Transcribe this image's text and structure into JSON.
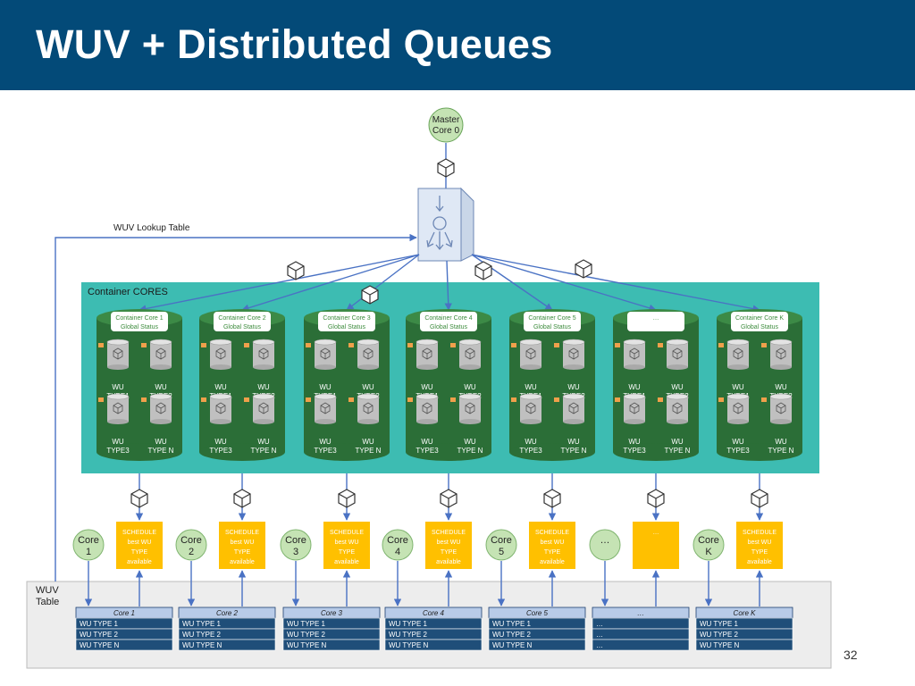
{
  "slide": {
    "title": "WUV + Distributed Queues",
    "page_number": "32"
  },
  "master": {
    "line1": "Master",
    "line2": "Core 0"
  },
  "lookup_label": "WUV Lookup Table",
  "container_label": "Container CORES",
  "wuv_table_label": {
    "line1": "WUV",
    "line2": "Table"
  },
  "cores": [
    {
      "status": [
        "Container Core 1",
        "Global Status"
      ],
      "core": [
        "Core",
        "1"
      ],
      "schedule": [
        "SCHEDULE",
        "best WU",
        "TYPE",
        "available"
      ],
      "table_header": "Core 1",
      "wu_labels": [
        [
          "WU",
          "TYPE1"
        ],
        [
          "WU",
          "TYPE2"
        ],
        [
          "WU",
          "TYPE3"
        ],
        [
          "WU",
          "TYPE N"
        ]
      ],
      "table_rows": [
        "WU TYPE 1",
        "WU TYPE 2",
        "WU TYPE N"
      ]
    },
    {
      "status": [
        "Container Core 2",
        "Global Status"
      ],
      "core": [
        "Core",
        "2"
      ],
      "schedule": [
        "SCHEDULE",
        "best WU",
        "TYPE",
        "available"
      ],
      "table_header": "Core 2",
      "wu_labels": [
        [
          "WU",
          "TYPE1"
        ],
        [
          "WU",
          "TYPE2"
        ],
        [
          "WU",
          "TYPE3"
        ],
        [
          "WU",
          "TYPE N"
        ]
      ],
      "table_rows": [
        "WU TYPE 1",
        "WU TYPE 2",
        "WU TYPE N"
      ]
    },
    {
      "status": [
        "Container Core 3",
        "Global Status"
      ],
      "core": [
        "Core",
        "3"
      ],
      "schedule": [
        "SCHEDULE",
        "best WU",
        "TYPE",
        "available"
      ],
      "table_header": "Core 3",
      "wu_labels": [
        [
          "WU",
          "TYPE1"
        ],
        [
          "WU",
          "TYPE2"
        ],
        [
          "WU",
          "TYPE3"
        ],
        [
          "WU",
          "TYPE N"
        ]
      ],
      "table_rows": [
        "WU TYPE 1",
        "WU TYPE 2",
        "WU TYPE N"
      ]
    },
    {
      "status": [
        "Container Core 4",
        "Global Status"
      ],
      "core": [
        "Core",
        "4"
      ],
      "schedule": [
        "SCHEDULE",
        "best WU",
        "TYPE",
        "available"
      ],
      "table_header": "Core 4",
      "wu_labels": [
        [
          "WU",
          "TYPE1"
        ],
        [
          "WU",
          "TYPE2"
        ],
        [
          "WU",
          "TYPE3"
        ],
        [
          "WU",
          "TYPE N"
        ]
      ],
      "table_rows": [
        "WU TYPE 1",
        "WU TYPE 2",
        "WU TYPE N"
      ]
    },
    {
      "status": [
        "Container Core 5",
        "Global Status"
      ],
      "core": [
        "Core",
        "5"
      ],
      "schedule": [
        "SCHEDULE",
        "best WU",
        "TYPE",
        "available"
      ],
      "table_header": "Core 5",
      "wu_labels": [
        [
          "WU",
          "TYPE1"
        ],
        [
          "WU",
          "TYPE2"
        ],
        [
          "WU",
          "TYPE3"
        ],
        [
          "WU",
          "TYPE N"
        ]
      ],
      "table_rows": [
        "WU TYPE 1",
        "WU TYPE 2",
        "WU TYPE N"
      ]
    },
    {
      "status": [
        "…",
        ""
      ],
      "core": [
        "…",
        ""
      ],
      "schedule": [
        "…",
        "",
        "",
        ""
      ],
      "table_header": "…",
      "wu_labels": [
        [
          "WU",
          "TYPE1"
        ],
        [
          "WU",
          "TYPE2"
        ],
        [
          "WU",
          "TYPE3"
        ],
        [
          "WU",
          "TYPE N"
        ]
      ],
      "table_rows": [
        "…",
        "…",
        "…"
      ]
    },
    {
      "status": [
        "Container Core K",
        "Global Status"
      ],
      "core": [
        "Core",
        "K"
      ],
      "schedule": [
        "SCHEDULE",
        "best WU",
        "TYPE",
        "available"
      ],
      "table_header": "Core K",
      "wu_labels": [
        [
          "WU",
          "TYPE1"
        ],
        [
          "WU",
          "TYPE2"
        ],
        [
          "WU",
          "TYPE3"
        ],
        [
          "WU",
          "TYPE N"
        ]
      ],
      "table_rows": [
        "WU TYPE 1",
        "WU TYPE 2",
        "WU TYPE N"
      ]
    }
  ],
  "colors": {
    "title_bar": "#034a78",
    "container": "#3dbcb2",
    "cylinder": "#2b6e37",
    "cylinder_top": "#3c8a46",
    "master_node": "#c5e3b4",
    "schedule": "#ffc000",
    "table_header": "#b8cbe8",
    "table_row": "#1f4e79",
    "arrow": "#4a72c4"
  }
}
